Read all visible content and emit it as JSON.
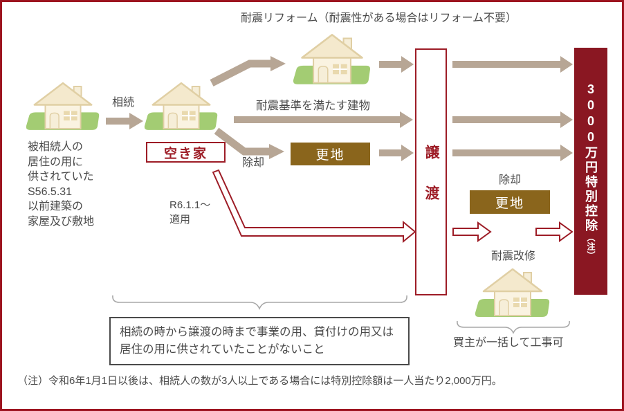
{
  "header": {
    "top_note": "耐震リフォーム（耐震性がある場合はリフォーム不要）"
  },
  "flow": {
    "inherit_label": "相続",
    "source_property": {
      "lines": [
        "被相続人の",
        "居住の用に",
        "供されていた",
        "S56.5.31",
        "以前建築の",
        "家屋及び敷地"
      ]
    },
    "vacant_house_label": "空き家",
    "quake_standard_label": "耐震基準を満たす建物",
    "demolition_label_left": "除却",
    "vacant_lot_label_1": "更地",
    "r6_note": {
      "lines": [
        "R6.1.1〜",
        "適用"
      ]
    },
    "transfer_label": "譲渡",
    "deduction": {
      "label": "3000万円特別控除",
      "note_ref": "（注）"
    },
    "demolition_label_right": "除却",
    "vacant_lot_label_2": "更地",
    "seismic_retrofit_label": "耐震改修",
    "buyer_note": "買主が一括して工事可",
    "condition": {
      "lines": [
        "相続の時から譲渡の時まで事業の用、貸付けの用又は",
        "居住の用に供されていたことがないこと"
      ]
    }
  },
  "footnote": "（注）令和6年1月1日以後は、相続人の数が3人以上である場合には特別控除額は一人当たり2,000万円。",
  "icons": {
    "house": "house-on-land-icon"
  },
  "colors": {
    "frame_red": "#9d1420",
    "accent_red": "#9d1c26",
    "deduction_fill": "#8a1722",
    "lot_fill": "#8a651c",
    "arrow_taupe": "#b7a695",
    "land_green": "#a3cc73",
    "text_gray": "#4a4a4a"
  }
}
